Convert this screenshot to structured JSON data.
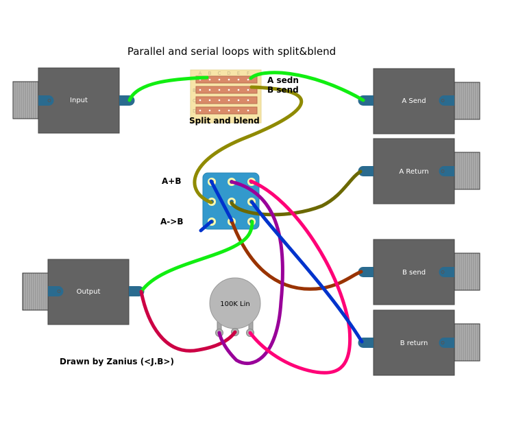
{
  "title": "Parallel and serial loops with split&blend",
  "credit": "Drawn by Zanius (<J.B>)",
  "stripboard": {
    "label": "Split and blend",
    "columns": [
      "A",
      "B",
      "C",
      "D",
      "E",
      "F"
    ],
    "rows": [
      "A",
      "B",
      "C",
      "D"
    ],
    "annotations": [
      "A sedn",
      "B send"
    ]
  },
  "switch": {
    "labels": [
      "A+B",
      "A->B"
    ]
  },
  "pot": {
    "label": "100K Lin"
  },
  "jacks": [
    {
      "id": "input",
      "label": "Input",
      "side": "left"
    },
    {
      "id": "output",
      "label": "Output",
      "side": "left"
    },
    {
      "id": "a-send",
      "label": "A Send",
      "side": "right"
    },
    {
      "id": "a-return",
      "label": "A Return",
      "side": "right"
    },
    {
      "id": "b-send",
      "label": "B send",
      "side": "right"
    },
    {
      "id": "b-return",
      "label": "B return",
      "side": "right"
    }
  ],
  "colors": {
    "jack_body": "#636363",
    "jack_lug": "#2a6b8f",
    "sleeve": "#a8a8a8",
    "switch_body": "#3399cc",
    "switch_hole": "#fff8b0",
    "stripboard_bg": "#f7e5a8",
    "strip": "#d98a68",
    "pot_body": "#b8b8b8",
    "wire_green": "#11ee11",
    "wire_olive": "#8f8a00",
    "wire_blue": "#0033cc",
    "wire_purple": "#990099",
    "wire_pink": "#ff0077",
    "wire_brown": "#993300",
    "wire_crimson": "#cc0044"
  }
}
